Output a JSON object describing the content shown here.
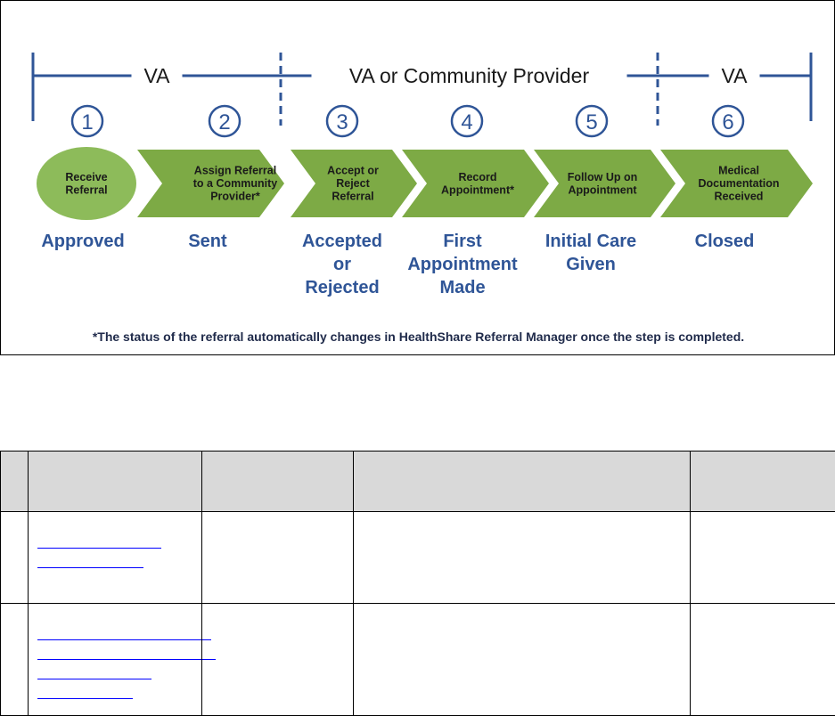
{
  "figure": {
    "segments": [
      {
        "label": "VA"
      },
      {
        "label": "VA or Community Provider"
      },
      {
        "label": "VA"
      }
    ],
    "steps": [
      {
        "number": "1",
        "text_lines": [
          "Receive",
          "Referral"
        ],
        "status_lines": [
          "Approved"
        ]
      },
      {
        "number": "2",
        "text_lines": [
          "Assign Referral",
          "to a Community",
          "Provider*"
        ],
        "status_lines": [
          "Sent"
        ]
      },
      {
        "number": "3",
        "text_lines": [
          "Accept or",
          "Reject",
          "Referral"
        ],
        "status_lines": [
          "Accepted",
          "or",
          "Rejected"
        ]
      },
      {
        "number": "4",
        "text_lines": [
          "Record",
          "Appointment*"
        ],
        "status_lines": [
          "First",
          "Appointment",
          "Made"
        ]
      },
      {
        "number": "5",
        "text_lines": [
          "Follow Up on",
          "Appointment"
        ],
        "status_lines": [
          "Initial Care",
          "Given"
        ]
      },
      {
        "number": "6",
        "text_lines": [
          "Medical",
          "Documentation",
          "Received"
        ],
        "status_lines": [
          "Closed"
        ]
      }
    ],
    "footnote": "*The status of the referral automatically changes in HealthShare Referral Manager once the step is completed.",
    "colors": {
      "blue": "#2f5597",
      "green": "#7daa45",
      "circle_fill": "#8dbb5a"
    }
  },
  "table": {
    "columns": 5,
    "rows": [
      {
        "link_lines": 2
      },
      {
        "link_lines": 4
      }
    ]
  }
}
